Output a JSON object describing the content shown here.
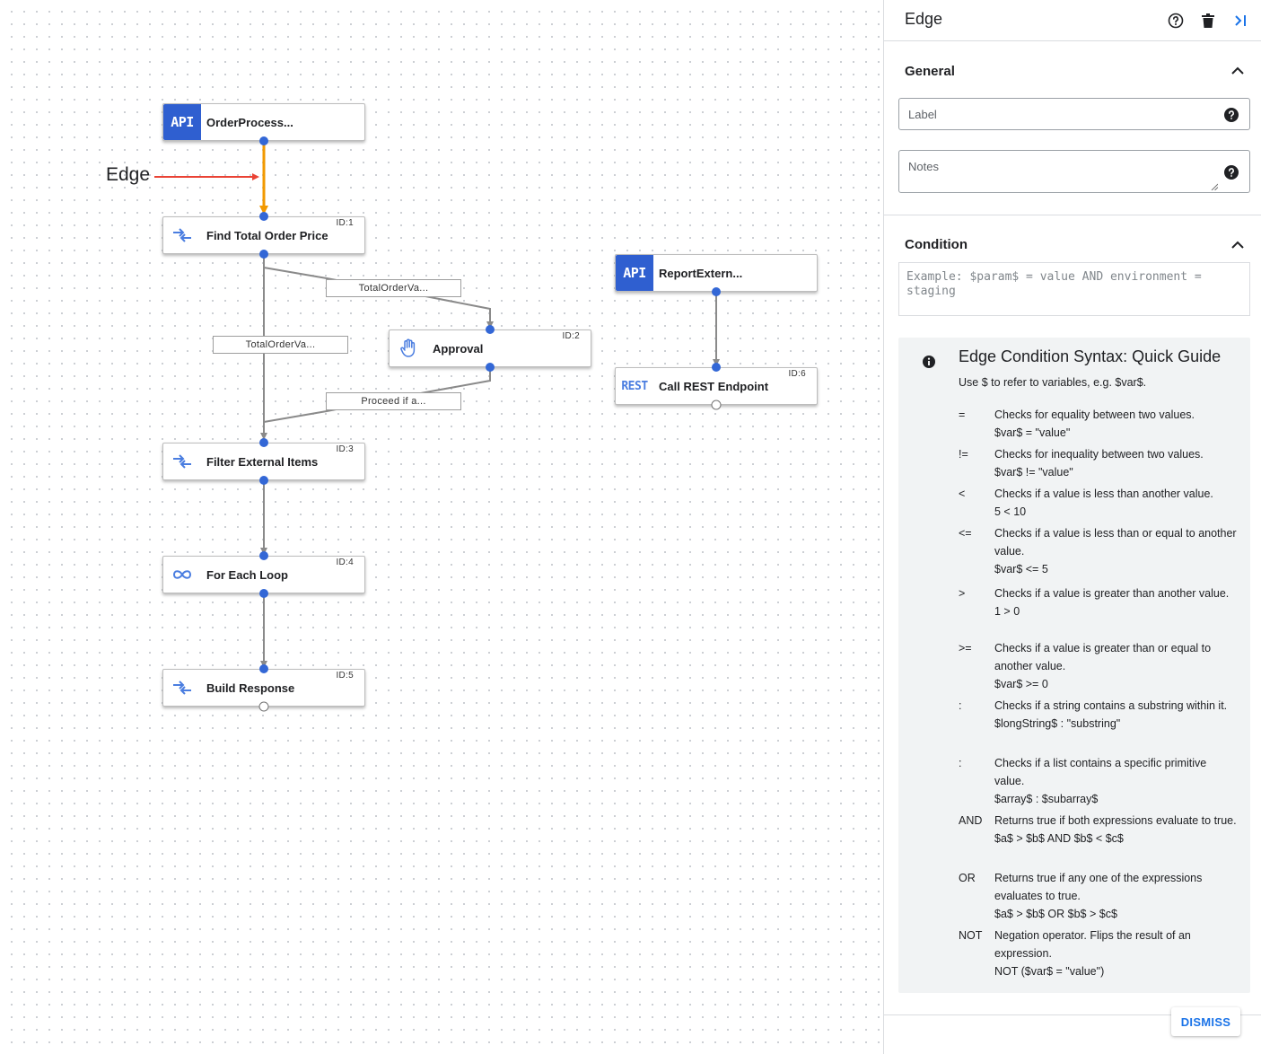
{
  "canvas": {
    "annotation": "Edge",
    "nodes": [
      {
        "key": "orderprocess",
        "title": "OrderProcess...",
        "id": "",
        "icon": "api-icon",
        "icon_text": "API"
      },
      {
        "key": "findtotal",
        "title": "Find Total Order Price",
        "id": "ID:1",
        "icon": "data-mapping-icon"
      },
      {
        "key": "approval",
        "title": "Approval",
        "id": "ID:2",
        "icon": "hand-icon"
      },
      {
        "key": "filter",
        "title": "Filter External Items",
        "id": "ID:3",
        "icon": "data-mapping-icon"
      },
      {
        "key": "foreach",
        "title": "For Each Loop",
        "id": "ID:4",
        "icon": "loop-icon"
      },
      {
        "key": "build",
        "title": "Build Response",
        "id": "ID:5",
        "icon": "data-mapping-icon"
      },
      {
        "key": "report",
        "title": "ReportExtern...",
        "id": "",
        "icon": "api-icon",
        "icon_text": "API"
      },
      {
        "key": "rest",
        "title": "Call REST Endpoint",
        "id": "ID:6",
        "icon": "rest-icon",
        "icon_text": "REST"
      }
    ],
    "edge_labels": {
      "to_approval": "TotalOrderVa...",
      "to_filter": "TotalOrderVa...",
      "from_approval": "Proceed if a..."
    },
    "colors": {
      "selected_edge": "#f29900",
      "annotation_arrow": "#ea4335",
      "edge": "#8a8a8a",
      "port": "#3367d6"
    }
  },
  "panel": {
    "title": "Edge",
    "header_icons": [
      "help-icon",
      "delete-icon",
      "collapse-panel-icon"
    ],
    "general": {
      "title": "General",
      "label_placeholder": "Label",
      "notes_placeholder": "Notes"
    },
    "condition": {
      "title": "Condition",
      "placeholder": "Example: $param$ = value AND environment = staging"
    },
    "guide": {
      "title": "Edge Condition Syntax: Quick Guide",
      "intro": "Use $ to refer to variables, e.g. $var$.",
      "rows": [
        {
          "op": "=",
          "desc": "Checks for equality between two values.",
          "example": "$var$ = \"value\""
        },
        {
          "op": "!=",
          "desc": "Checks for inequality between two values.",
          "example": "$var$ != \"value\""
        },
        {
          "op": "<",
          "desc": "Checks if a value is less than another value.",
          "example": "5 < 10"
        },
        {
          "op": "<=",
          "desc": "Checks if a value is less than or equal to another value.",
          "example": "$var$ <= 5"
        },
        {
          "op": ">",
          "desc": "Checks if a value is greater than another value.",
          "example": "1 > 0"
        },
        {
          "op": ">=",
          "desc": "Checks if a value is greater than or equal to another value.",
          "example": "$var$ >= 0"
        },
        {
          "op": ":",
          "desc": "Checks if a string contains a substring within it.",
          "example": "$longString$ : \"substring\""
        },
        {
          "op": ":",
          "desc": "Checks if a list contains a specific primitive value.",
          "example": "$array$ : $subarray$"
        },
        {
          "op": "AND",
          "desc": "Returns true if both expressions evaluate to true.",
          "example": "$a$ > $b$ AND $b$ < $c$"
        },
        {
          "op": "OR",
          "desc": "Returns true if any one of the expressions evaluates to true.",
          "example": "$a$ > $b$ OR $b$ > $c$"
        },
        {
          "op": "NOT",
          "desc": "Negation operator. Flips the result of an expression.",
          "example": "NOT ($var$ = \"value\")"
        }
      ]
    },
    "dismiss_label": "DISMISS"
  }
}
